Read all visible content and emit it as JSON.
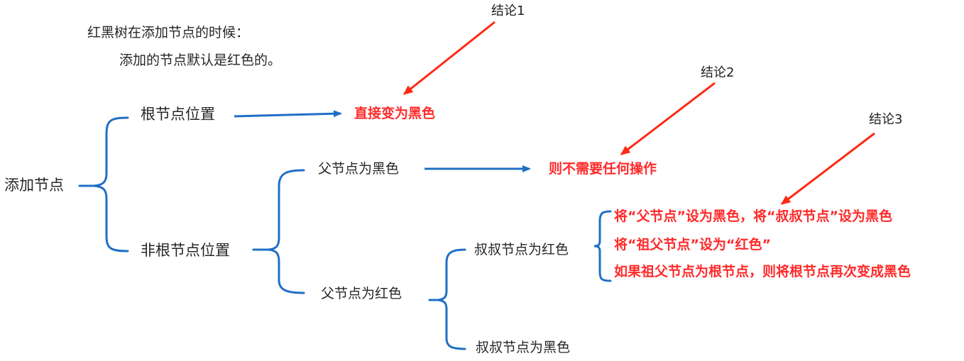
{
  "header": {
    "title": "红黑树在添加节点的时候：",
    "subtitle": "添加的节点默认是红色的。"
  },
  "tree": {
    "root": "添加节点",
    "root_position": "根节点位置",
    "non_root_position": "非根节点位置",
    "parent_black": "父节点为黑色",
    "parent_red": "父节点为红色",
    "uncle_red": "叔叔节点为红色",
    "uncle_black": "叔叔节点为黑色"
  },
  "results": {
    "root_result": "直接变为黑色",
    "parent_black_result": "则不需要任何操作",
    "uncle_red_lines": [
      "将“父节点”设为黑色，将“叔叔节点”设为黑色",
      "将“祖父节点”设为“红色”",
      "如果祖父节点为根节点，则将根节点再次变成黑色"
    ]
  },
  "conclusions": [
    "结论1",
    "结论2",
    "结论3"
  ],
  "colors": {
    "bracket": "#1f6fc5",
    "arrow_blue": "#1f6fc5",
    "arrow_red": "#ff2a14",
    "highlight_text": "#ff2a2a"
  }
}
